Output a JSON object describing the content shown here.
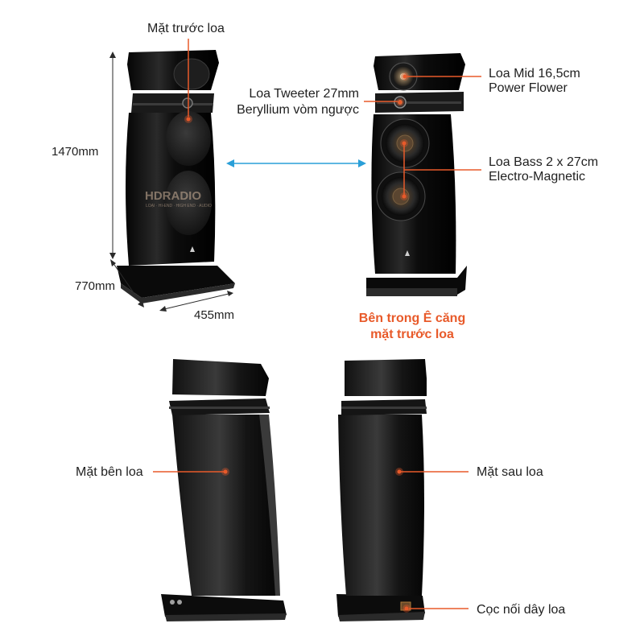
{
  "colors": {
    "accent": "#e85a2a",
    "dimension_line": "#2a2a2a",
    "arrow": "#2a9fd8",
    "speaker_body": "#101010",
    "text": "#1f1f1f"
  },
  "dimensions": {
    "height": "1470mm",
    "depth": "770mm",
    "width": "455mm"
  },
  "watermark": {
    "brand": "HDRADIO",
    "tagline": "LOẠI · HI-END · HIGH END · AUDIO"
  },
  "callouts": {
    "front": "Mặt trước loa",
    "tweeter_line1": "Loa Tweeter 27mm",
    "tweeter_line2": "Beryllium vòm ngược",
    "mid_line1": "Loa Mid 16,5cm",
    "mid_line2": "Power Flower",
    "bass_line1": "Loa Bass 2 x 27cm",
    "bass_line2": "Electro-Magnetic",
    "side": "Mặt bên loa",
    "back": "Mặt sau loa",
    "terminals": "Cọc nối dây loa"
  },
  "highlight": {
    "line1": "Bên trong Ê căng",
    "line2": "mặt trước loa"
  },
  "icons": {
    "transition_arrow": "double-arrow-icon",
    "callout_marker": "target-dot-icon"
  }
}
